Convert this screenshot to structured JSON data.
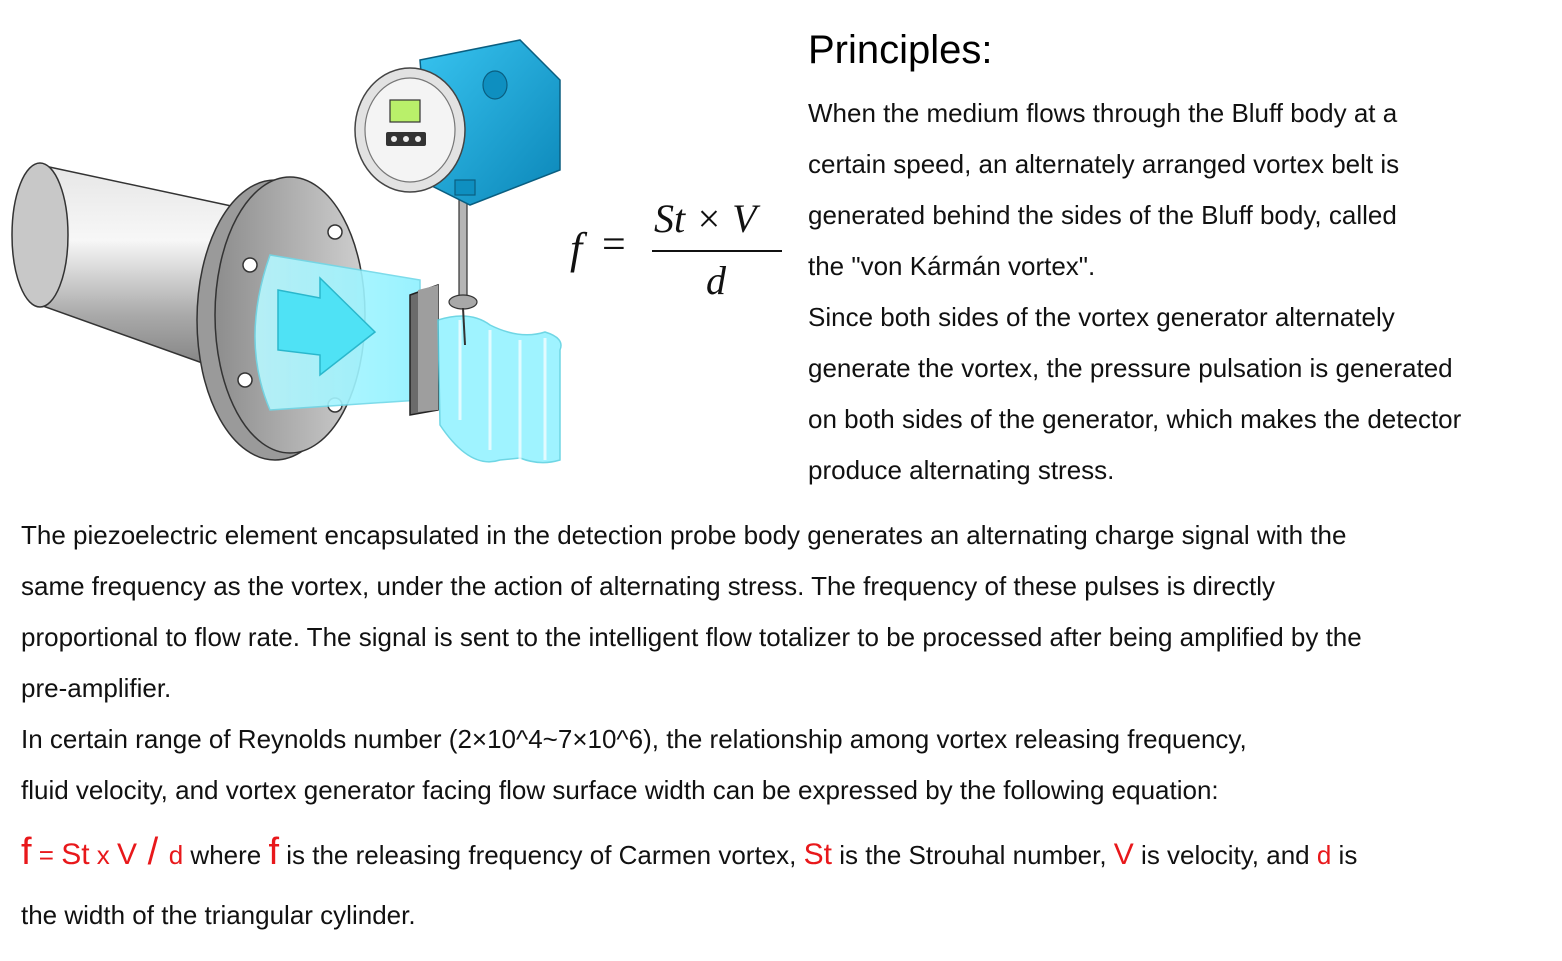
{
  "heading": "Principles:",
  "formula": {
    "lhs": "f",
    "eq": "=",
    "numerator": "St × V",
    "denominator": "d"
  },
  "right_paragraph": [
    "When the medium flows through the Bluff body at a",
    "certain speed, an alternately arranged vortex belt is",
    "generated behind the sides of the Bluff body, called",
    "the \"von Kármán vortex\".",
    "Since both sides of the vortex generator alternately",
    "generate the vortex, the pressure pulsation is generated",
    "on both sides of the generator, which makes the detector",
    "produce alternating stress."
  ],
  "body_paragraph": [
    "The piezoelectric element encapsulated in the detection probe body generates an alternating charge signal with the",
    "same frequency as the vortex, under the action of alternating stress. The frequency of these pulses is directly",
    "proportional to flow rate. The signal is sent to the intelligent flow totalizer to be processed after being amplified by the",
    "pre-amplifier.",
    "In certain range of Reynolds number (2×10^4~7×10^6), the relationship among vortex releasing frequency,",
    "fluid velocity, and vortex generator facing flow surface width can be expressed by the following equation:"
  ],
  "equation_line": {
    "f": "f",
    "eq": " = ",
    "St": "St",
    "x": " x ",
    "V": "V",
    "slash": " / ",
    "d": "d",
    "t1": " where ",
    "f2": "f",
    "t2": " is the releasing frequency of Carmen vortex, ",
    "St2": "St",
    "t3": " is the Strouhal number, ",
    "V2": "V",
    "t4": " is velocity, and ",
    "d2": "d",
    "t5": " is"
  },
  "last_line": "the width of the triangular cylinder.",
  "colors": {
    "accent_red": "#e8181b",
    "transmitter_blue": "#1aa3d6",
    "flow_cyan": "#7ff0ff",
    "pipe_gray": "#b8b8b8"
  }
}
